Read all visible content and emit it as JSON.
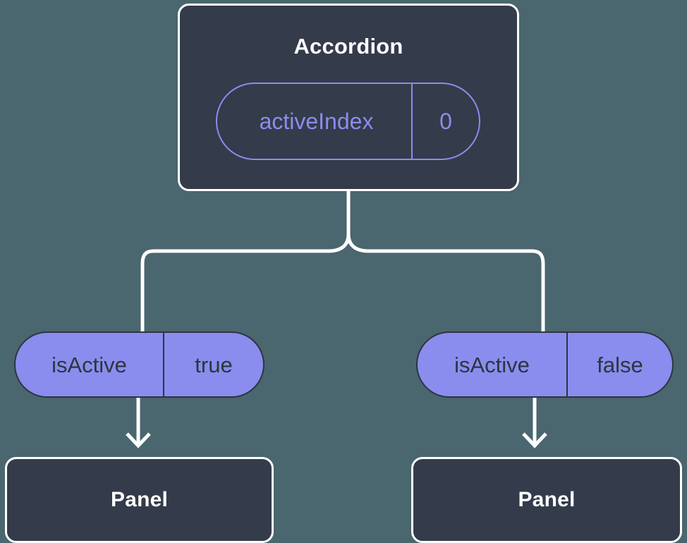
{
  "diagram": {
    "type": "component-state-tree",
    "background_color": "#4a666e",
    "node_fill_color": "#343b4a",
    "node_border_color": "#ffffff",
    "accent_color": "#8a8ded",
    "pill_text_color": "#2e3440",
    "root": {
      "title": "Accordion",
      "state_pill": {
        "key": "activeIndex",
        "value": "0"
      }
    },
    "branches": [
      {
        "prop_pill": {
          "key": "isActive",
          "value": "true"
        },
        "child": {
          "title": "Panel"
        }
      },
      {
        "prop_pill": {
          "key": "isActive",
          "value": "false"
        },
        "child": {
          "title": "Panel"
        }
      }
    ]
  }
}
